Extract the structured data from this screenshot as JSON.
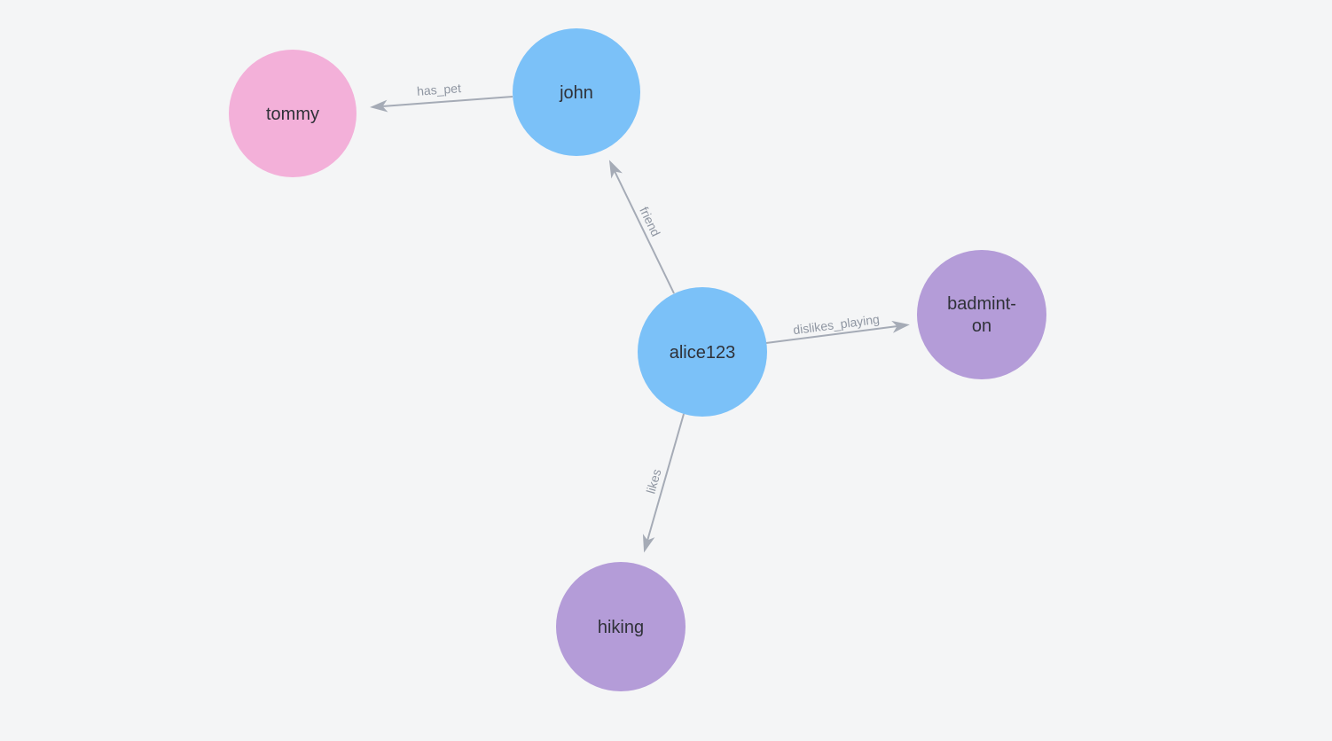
{
  "canvas": {
    "background": "#f4f5f6"
  },
  "graph": {
    "edge_color": "#a5abb6",
    "edge_label_color": "#8f96a2",
    "node_label_color": "#2f3138",
    "node_colors": {
      "person": "#7bc1f8",
      "pet": "#f3b0d9",
      "activity": "#b49cd8"
    },
    "nodes": [
      {
        "id": "tommy",
        "label": "tommy",
        "color": "#f3b0d9"
      },
      {
        "id": "john",
        "label": "john",
        "color": "#7bc1f8"
      },
      {
        "id": "alice123",
        "label": "alice123",
        "color": "#7bc1f8"
      },
      {
        "id": "badminton",
        "label": "badminton",
        "display_lines": [
          "badmint-",
          "on"
        ],
        "color": "#b49cd8"
      },
      {
        "id": "hiking",
        "label": "hiking",
        "color": "#b49cd8"
      }
    ],
    "edges": [
      {
        "from": "john",
        "to": "tommy",
        "label": "has_pet"
      },
      {
        "from": "alice123",
        "to": "john",
        "label": "friend"
      },
      {
        "from": "alice123",
        "to": "badminton",
        "label": "dislikes_playing"
      },
      {
        "from": "alice123",
        "to": "hiking",
        "label": "likes"
      }
    ]
  }
}
